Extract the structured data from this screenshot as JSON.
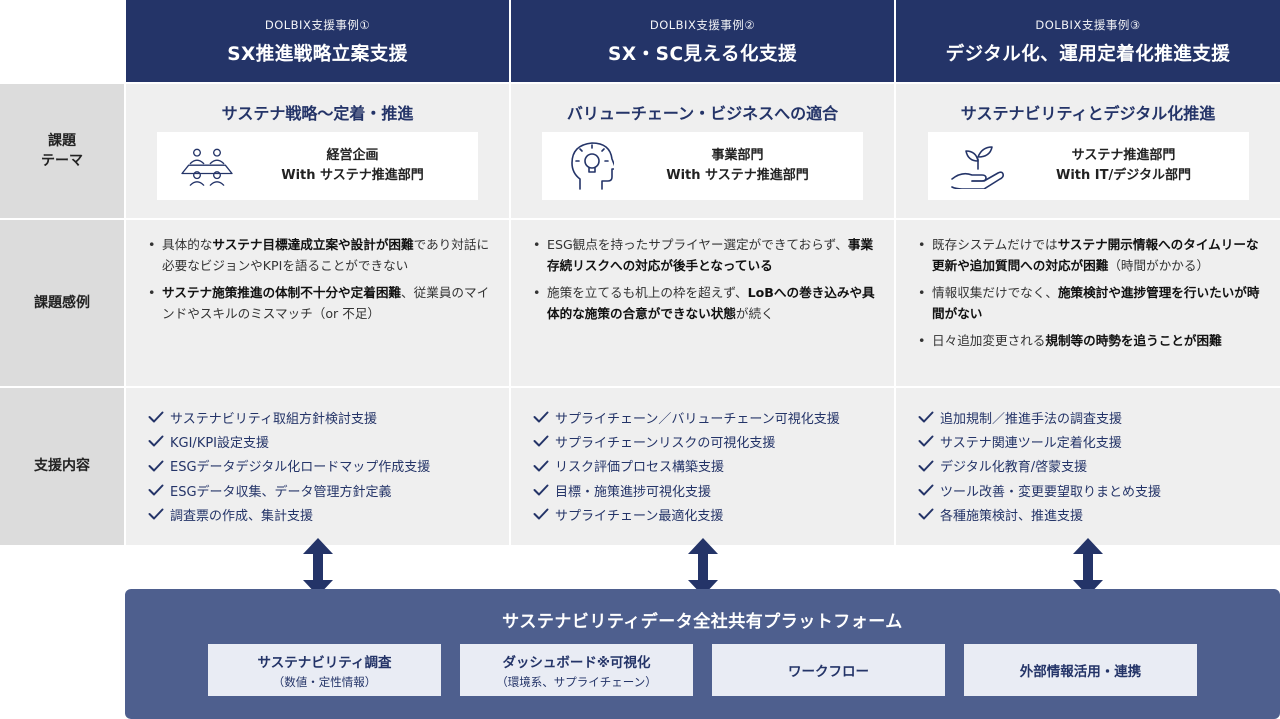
{
  "columns": [
    {
      "case_label": "DOLBIX支援事例①",
      "title": "SX推進戦略立案支援",
      "theme_title": "サステナ戦略〜定着・推進",
      "icon": "meeting-people-icon",
      "dept_line1": "経営企画",
      "dept_line2": "With サステナ推進部門",
      "cases": [
        {
          "parts": [
            {
              "t": "具体的な",
              "b": false
            },
            {
              "t": "サステナ目標達成立案や設計が困難",
              "b": true
            },
            {
              "t": "であり対話に必要なビジョンやKPIを語ることができない",
              "b": false
            }
          ]
        },
        {
          "parts": [
            {
              "t": "サステナ施策推進の体制不十分や定着困難",
              "b": true
            },
            {
              "t": "、従業員のマインドやスキルのミスマッチ（or 不足）",
              "b": false
            }
          ]
        }
      ],
      "support": [
        "サステナビリティ取組方針検討支援",
        "KGI/KPI設定支援",
        "ESGデータデジタル化ロードマップ作成支援",
        "ESGデータ収集、データ管理方針定義",
        "調査票の作成、集計支援"
      ]
    },
    {
      "case_label": "DOLBIX支援事例②",
      "title": "SX・SC見える化支援",
      "theme_title": "バリューチェーン・ビジネスへの適合",
      "icon": "head-lightbulb-icon",
      "dept_line1": "事業部門",
      "dept_line2": "With サステナ推進部門",
      "cases": [
        {
          "parts": [
            {
              "t": "ESG観点を持ったサプライヤー選定ができておらず、",
              "b": false
            },
            {
              "t": "事業存続リスクへの対応が後手となっている",
              "b": true
            }
          ]
        },
        {
          "parts": [
            {
              "t": "施策を立てるも机上の枠を超えず、",
              "b": false
            },
            {
              "t": "LoBへの巻き込みや具体的な施策の合意ができない状態",
              "b": true
            },
            {
              "t": "が続く",
              "b": false
            }
          ]
        }
      ],
      "support": [
        "サプライチェーン／バリューチェーン可視化支援",
        "サプライチェーンリスクの可視化支援",
        "リスク評価プロセス構築支援",
        "目標・施策進捗可視化支援",
        "サプライチェーン最適化支援"
      ]
    },
    {
      "case_label": "DOLBIX支援事例③",
      "title": "デジタル化、運用定着化推進支援",
      "theme_title": "サステナビリティとデジタル化推進",
      "icon": "hand-plant-icon",
      "dept_line1": "サステナ推進部門",
      "dept_line2": "With IT/デジタル部門",
      "cases": [
        {
          "parts": [
            {
              "t": "既存システムだけでは",
              "b": false
            },
            {
              "t": "サステナ開示情報へのタイムリーな更新や追加質問への対応が困難",
              "b": true
            },
            {
              "t": "（時間がかかる）",
              "b": false
            }
          ]
        },
        {
          "parts": [
            {
              "t": "情報収集だけでなく、",
              "b": false
            },
            {
              "t": "施策検討や進捗管理を行いたいが時間がない",
              "b": true
            }
          ]
        },
        {
          "parts": [
            {
              "t": "日々追加変更される",
              "b": false
            },
            {
              "t": "規制等の時勢を追うことが困難",
              "b": true
            }
          ]
        }
      ],
      "support": [
        "追加規制／推進手法の調査支援",
        "サステナ関連ツール定着化支援",
        "デジタル化教育/啓蒙支援",
        "ツール改善・変更要望取りまとめ支援",
        "各種施策検討、推進支援"
      ]
    }
  ],
  "row_labels": {
    "theme_line1": "課題",
    "theme_line2": "テーマ",
    "cases": "課題感例",
    "support": "支援内容"
  },
  "platform": {
    "title": "サステナビリティデータ全社共有プラットフォーム",
    "boxes": [
      {
        "title": "サステナビリティ調査",
        "sub": "（数値・定性情報）"
      },
      {
        "title": "ダッシュボード※可視化",
        "sub": "（環境系、サプライチェーン）"
      },
      {
        "title": "ワークフロー",
        "sub": ""
      },
      {
        "title": "外部情報活用・連携",
        "sub": ""
      }
    ]
  },
  "colors": {
    "navy": "#243468",
    "platform": "#4e5f8e",
    "label_bg": "#dcdcdc",
    "cell_bg": "#efefef"
  }
}
